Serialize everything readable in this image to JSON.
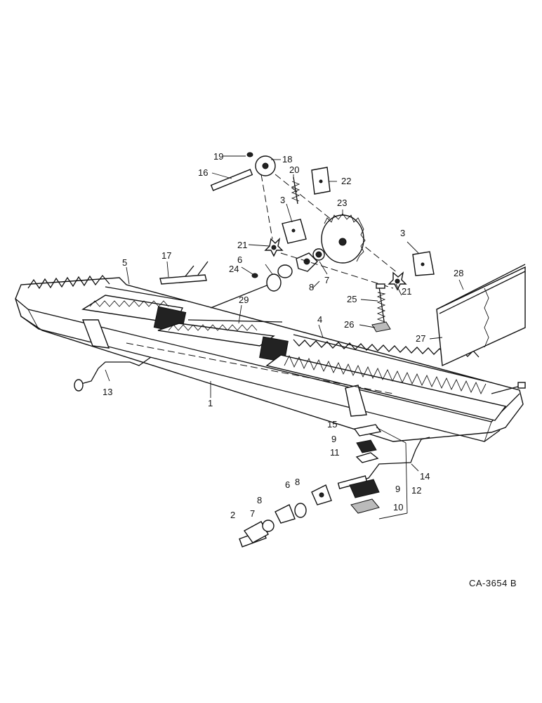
{
  "diagram_code": "CA-3654 B",
  "callouts": [
    "1",
    "2",
    "3",
    "3",
    "4",
    "5",
    "6",
    "6",
    "7",
    "7",
    "8",
    "8",
    "8",
    "9",
    "9",
    "10",
    "11",
    "12",
    "13",
    "14",
    "15",
    "16",
    "17",
    "18",
    "19",
    "20",
    "21",
    "21",
    "22",
    "23",
    "24",
    "25",
    "26",
    "27",
    "28",
    "29"
  ]
}
